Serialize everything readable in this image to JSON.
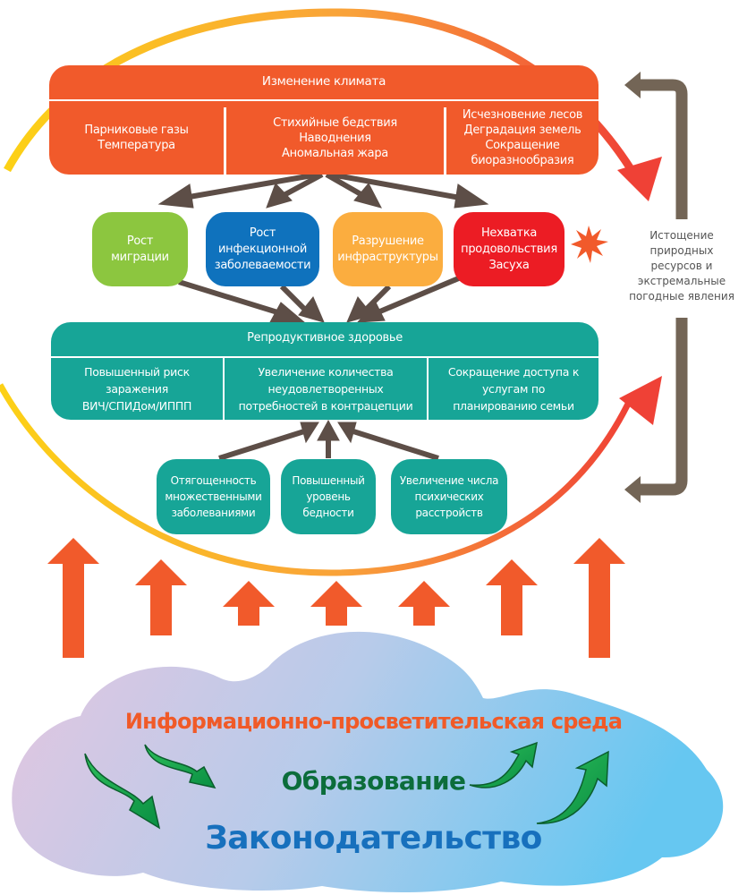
{
  "diagram": {
    "title": "Влияние изменения климата на репродуктивное здоровье",
    "climate_change": {
      "header": "Изменение климата",
      "columns": [
        [
          "Парниковые газы",
          "Температура"
        ],
        [
          "Стихийные бедствия",
          "Наводнения",
          "Аномальная жара"
        ],
        [
          "Исчезновение лесов",
          "Деградация земель",
          "Сокращение",
          "биоразнообразия"
        ]
      ],
      "color": "#f15a2b"
    },
    "consequences": [
      {
        "lines": [
          "Рост",
          "миграции"
        ],
        "color": "#8cc63f"
      },
      {
        "lines": [
          "Рост",
          "инфекционной",
          "заболеваемости"
        ],
        "color": "#0f72bd"
      },
      {
        "lines": [
          "Разрушение",
          "инфраструктуры"
        ],
        "color": "#fbad3f"
      },
      {
        "lines": [
          "Нехватка",
          "продовольствия",
          "Засуха"
        ],
        "color": "#ec1c24"
      }
    ],
    "reproductive_health": {
      "header": "Репродуктивное здоровье",
      "columns": [
        [
          "Повышенный риск",
          "заражения",
          "ВИЧ/СПИДом/ИППП"
        ],
        [
          "Увеличение количества",
          "неудовлетворенных",
          "потребностей в контрацепции"
        ],
        [
          "Сокращение доступа к",
          "услугам по",
          "планированию семьи"
        ]
      ],
      "color": "#17a597"
    },
    "contributing_factors": [
      {
        "lines": [
          "Отягощенность",
          "множественными",
          "заболеваниями"
        ]
      },
      {
        "lines": [
          "Повышенный",
          "уровень",
          "бедности"
        ]
      },
      {
        "lines": [
          "Увеличение числа",
          "психических",
          "расстройств"
        ]
      }
    ],
    "side_label": [
      "Истощение",
      "природных",
      "ресурсов и",
      "экстремальные",
      "погодные явления"
    ],
    "cloud": {
      "line1": "Информационно-просветительская среда",
      "line2": "Образование",
      "line3": "Законодательство",
      "colors": {
        "line1": "#f05a28",
        "line2": "#0c6d3b",
        "line3": "#1770bd"
      }
    },
    "colors": {
      "connector_arrow": "#5d4e47",
      "side_bracket": "#736556",
      "up_arrow": "#f15a2b",
      "ring_start": "#fcc813",
      "ring_end": "#ef4136",
      "green_arrow": "#0a9d4b"
    }
  }
}
